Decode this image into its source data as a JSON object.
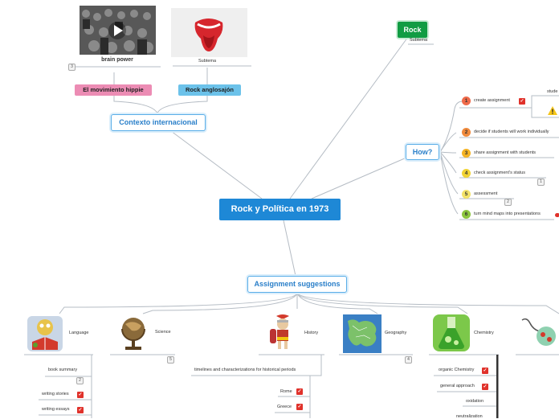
{
  "central": {
    "label": "Rock y Política en 1973"
  },
  "rock": {
    "label": "Rock",
    "sub": "Subtema"
  },
  "contexto": {
    "label": "Contexto internacional",
    "hippie": "El movimiento hippie",
    "anglo": "Rock anglosajón",
    "brain_power": "brain power",
    "brain_badge": "3",
    "subtema": "Subtema"
  },
  "how": {
    "label": "How?",
    "items": [
      {
        "num": "1",
        "color": "#ef6a4a",
        "text": "create assignment"
      },
      {
        "num": "2",
        "color": "#f08a3c",
        "text": "decide if students will work individually"
      },
      {
        "num": "3",
        "color": "#f4b324",
        "text": "share assignment with students"
      },
      {
        "num": "4",
        "color": "#f1d334",
        "text": "check assignment's status"
      },
      {
        "num": "5",
        "color": "#f3e36a",
        "text": "assessment"
      },
      {
        "num": "6",
        "color": "#8cc63f",
        "text": "turn mind maps into presentations"
      }
    ],
    "badge4": "1",
    "badge5": "2",
    "stude": "stude"
  },
  "assign": {
    "label": "Assignment suggestions",
    "language": "Language",
    "science": "Science",
    "history": "History",
    "geography": "Geography",
    "chemistry": "Chemistry",
    "science_badge": "5",
    "geo_badge": "4",
    "lang_items": [
      "book summary",
      "writing stories",
      "writing essays"
    ],
    "lang_badge": "2",
    "hist_main": "timelines and characterizations for historical periods",
    "hist_items": [
      "Rome",
      "Greece"
    ],
    "chem_items": [
      "organic Chemistry",
      "general approach",
      "oxidation",
      "neutralization"
    ]
  },
  "colors": {
    "central": "#1e88d6",
    "rock": "#119c43",
    "hippie": "#ec8cb4",
    "anglo": "#6cc2ea"
  }
}
